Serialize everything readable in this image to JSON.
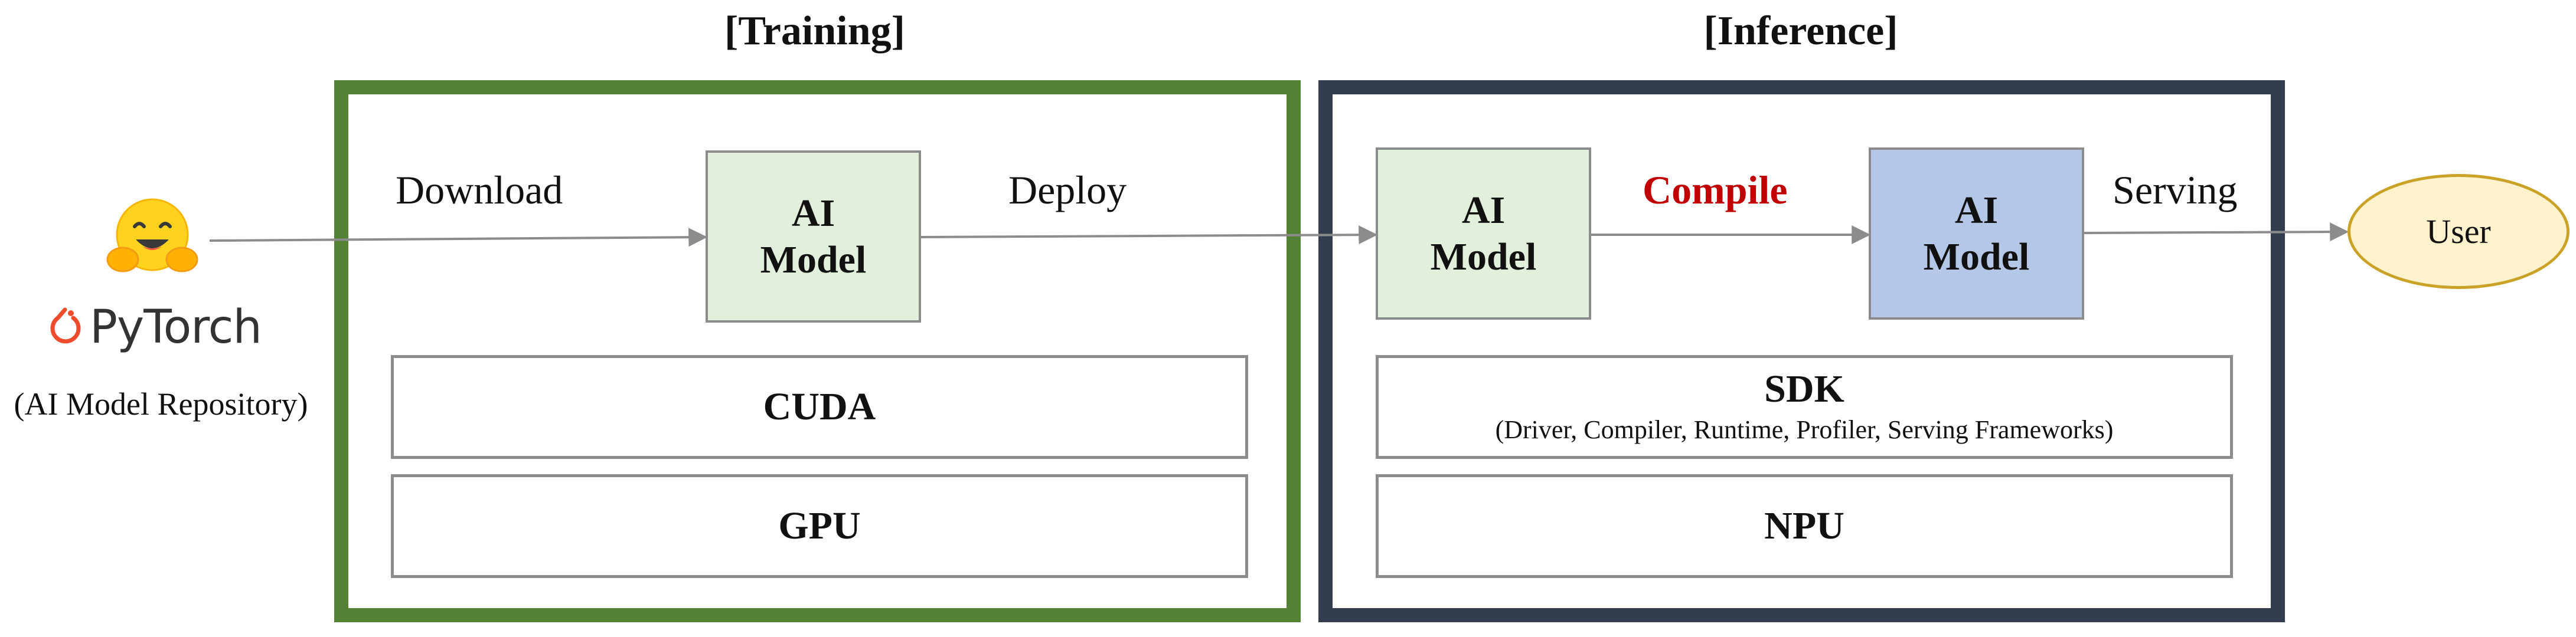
{
  "colors": {
    "training_border": "#548235",
    "inference_border": "#323E4F",
    "green_model_fill": "#E2EFDA",
    "blue_model_fill": "#B4C7E7",
    "compile_text": "#C00000",
    "user_fill": "#FFF2CC",
    "user_border": "#C9A227",
    "pytorch_orange": "#EE4C2C"
  },
  "icons": {
    "hugging_face": "hugging-face-emoji-icon",
    "pytorch": "pytorch-flame-icon"
  },
  "source": {
    "pytorch_label": "PyTorch",
    "repository_label": "(AI Model Repository)"
  },
  "training": {
    "title": "[Training]",
    "download_label": "Download",
    "deploy_label": "Deploy",
    "model_label": "AI\nModel",
    "cuda_label": "CUDA",
    "gpu_label": "GPU"
  },
  "inference": {
    "title": "[Inference]",
    "input_model_label": "AI\nModel",
    "compile_label": "Compile",
    "compiled_model_label": "AI\nModel",
    "serving_label": "Serving",
    "sdk_label": "SDK",
    "sdk_components": "(Driver, Compiler, Runtime, Profiler, Serving  Frameworks)",
    "npu_label": "NPU"
  },
  "user": {
    "label": "User"
  }
}
